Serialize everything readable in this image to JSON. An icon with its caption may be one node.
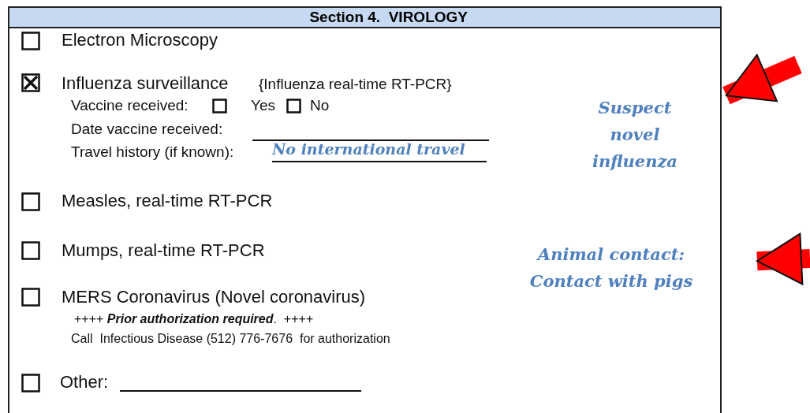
{
  "diagram": {
    "title": "Section 4.  VIROLOGY",
    "nodes": [
      {
        "text": [
          "Suspect novel influenza"
        ]
      },
      {
        "text": [
          "Animal contact: Contact with pigs"
        ]
      }
    ],
    "edges": [
      {
        "from": null,
        "to": 0,
        "arrow": "to"
      },
      {
        "from": null,
        "to": 1,
        "arrow": "to"
      }
    ],
    "labels": [
      "Electron Microscopy",
      "Influenza surveillance",
      "{Influenza real-time RT-PCR}",
      "Vaccine received:",
      "Yes",
      "No",
      "Date vaccine received:",
      "Travel history (if known):",
      "No international travel",
      "Measles, real-time RT-PCR",
      "Mumps, real-time RT-PCR",
      "MERS Coronavirus (Novel coronavirus)",
      "++++ **Prior authorization required**.  ++++",
      "Call  Infectious Disease (512) 776-7676  for authorization",
      "Other:"
    ]
  }
}
